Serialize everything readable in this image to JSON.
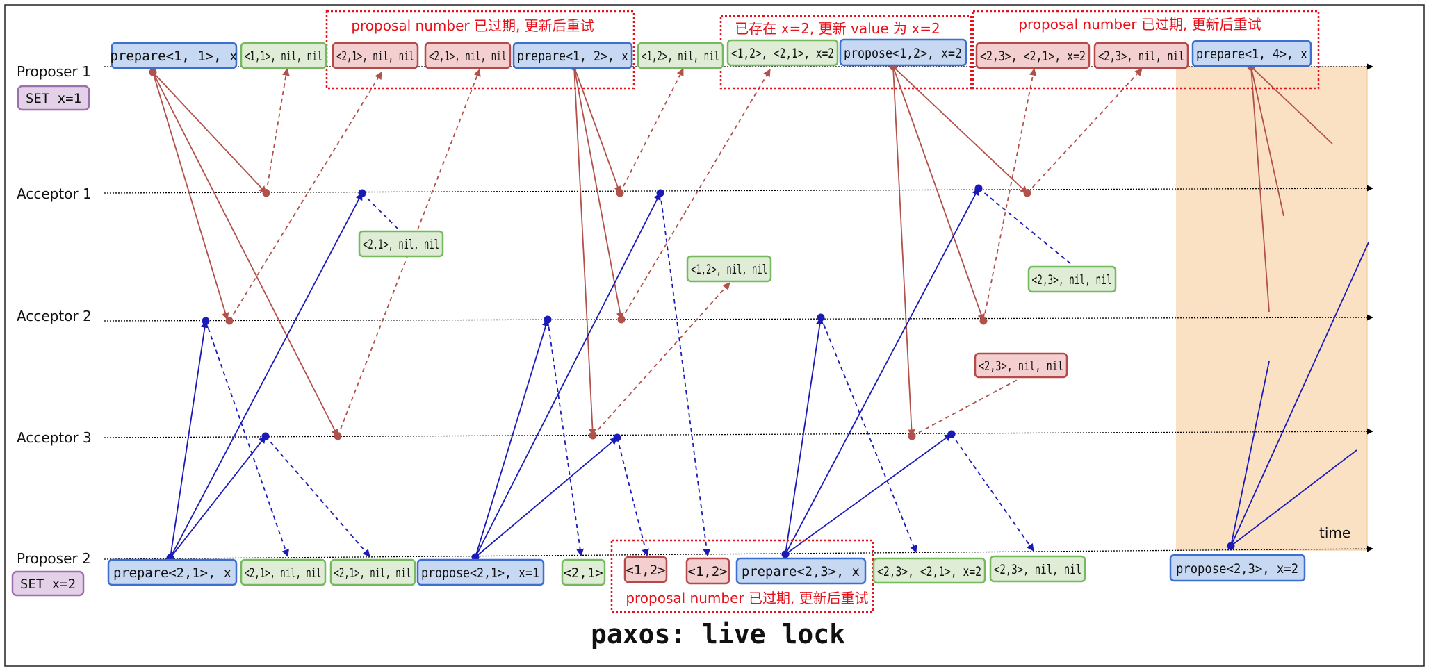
{
  "title": "paxos: live lock",
  "time_label": "time",
  "colors": {
    "blue_line": "#1a1ab8",
    "red_line": "#b2504a",
    "blue_fill": "#c7d8f3",
    "blue_border": "#3d6fd1",
    "green_fill": "#dfedd6",
    "green_border": "#76b85e",
    "red_fill": "#f3cfcf",
    "red_border": "#b54848",
    "purple_fill": "#e3d1e8",
    "purple_border": "#9d6fae",
    "note_red": "#e8111b",
    "shade": "#fbe1c4"
  },
  "lanes": [
    {
      "id": "p1",
      "name": "Proposer 1",
      "tag": "SET x=1"
    },
    {
      "id": "a1",
      "name": "Acceptor 1",
      "tag": ""
    },
    {
      "id": "a2",
      "name": "Acceptor 2",
      "tag": ""
    },
    {
      "id": "a3",
      "name": "Acceptor 3",
      "tag": ""
    },
    {
      "id": "p2",
      "name": "Proposer 2",
      "tag": "SET x=2"
    }
  ],
  "messages_top": [
    {
      "text": "prepare<1, 1>, x",
      "style": "blue"
    },
    {
      "text": "<1,1>, nil, nil",
      "style": "green"
    },
    {
      "text": "<2,1>, nil, nil",
      "style": "red"
    },
    {
      "text": "<2,1>, nil, nil",
      "style": "red"
    },
    {
      "text": "prepare<1, 2>, x",
      "style": "blue"
    },
    {
      "text": "<1,2>, nil, nil",
      "style": "green"
    },
    {
      "text": "<1,2>, <2,1>, x=2",
      "style": "green"
    },
    {
      "text": "propose<1,2>, x=2",
      "style": "blue"
    },
    {
      "text": "<2,3>, <2,1>, x=2",
      "style": "red"
    },
    {
      "text": "<2,3>, nil, nil",
      "style": "red"
    },
    {
      "text": "prepare<1, 4>, x",
      "style": "blue"
    }
  ],
  "messages_bottom": [
    {
      "text": "prepare<2,1>, x",
      "style": "blue"
    },
    {
      "text": "<2,1>, nil, nil",
      "style": "green"
    },
    {
      "text": "<2,1>, nil, nil",
      "style": "green"
    },
    {
      "text": "propose<2,1>, x=1",
      "style": "blue"
    },
    {
      "text": "<2,1>",
      "style": "green"
    },
    {
      "text": "<1,2>",
      "style": "red"
    },
    {
      "text": "<1,2>",
      "style": "red"
    },
    {
      "text": "prepare<2,3>, x",
      "style": "blue"
    },
    {
      "text": "<2,3>, <2,1>, x=2",
      "style": "green"
    },
    {
      "text": "<2,3>, nil, nil",
      "style": "green"
    },
    {
      "text": "propose<2,3>, x=2",
      "style": "blue"
    }
  ],
  "messages_middle": [
    {
      "text": "<2,1>, nil, nil",
      "style": "green"
    },
    {
      "text": "<1,2>, nil, nil",
      "style": "green"
    },
    {
      "text": "<2,3>, nil, nil",
      "style": "green"
    },
    {
      "text": "<2,3>, nil, nil",
      "style": "red"
    }
  ],
  "notes": [
    "proposal number 已过期, 更新后重试",
    "已存在 x=2, 更新 value 为 x=2",
    "proposal number 已过期, 更新后重试",
    "proposal number 已过期, 更新后重试"
  ]
}
